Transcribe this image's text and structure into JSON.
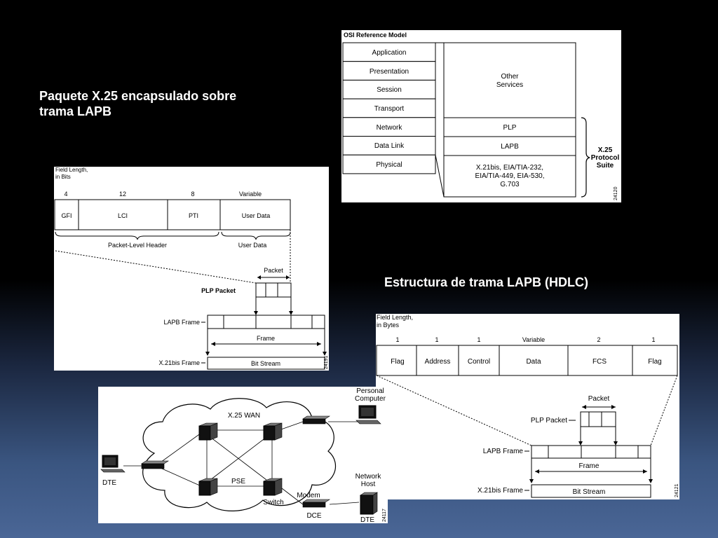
{
  "slide": {
    "title_x25": "Paquete X.25 encapsulado sobre\ntrama LAPB",
    "title_x25_line1": "Paquete X.25 encapsulado sobre",
    "title_x25_line2": "trama LAPB",
    "title_lapb": "Estructura de trama LAPB (HDLC)"
  },
  "osi_diagram": {
    "title": "OSI Reference Model",
    "layers": [
      "Application",
      "Presentation",
      "Session",
      "Transport",
      "Network",
      "Data Link",
      "Physical"
    ],
    "other_services_line1": "Other",
    "other_services_line2": "Services",
    "plp": "PLP",
    "lapb": "LAPB",
    "physical_line1": "X.21bis, EIA/TIA-232,",
    "physical_line2": "EIA/TIA-449, EIA-530,",
    "physical_line3": "G.703",
    "suite_line1": "X.25",
    "suite_line2": "Protocol",
    "suite_line3": "Suite",
    "figure_id": "24120"
  },
  "plp_diagram": {
    "field_length_line1": "Field Length,",
    "field_length_line2": "in Bits",
    "fields": [
      {
        "length": "4",
        "name": "GFI"
      },
      {
        "length": "12",
        "name": "LCI"
      },
      {
        "length": "8",
        "name": "PTI"
      },
      {
        "length": "Variable",
        "name": "User Data"
      }
    ],
    "packet_level_header": "Packet-Level Header",
    "user_data": "User Data",
    "packet": "Packet",
    "plp_packet": "PLP Packet",
    "lapb_frame": "LAPB Frame",
    "frame": "Frame",
    "x21bis_frame": "X.21bis Frame",
    "bit_stream": "Bit Stream",
    "figure_id": "24191"
  },
  "hdlc_diagram": {
    "field_length_line1": "Field Length,",
    "field_length_line2": "in Bytes",
    "fields": [
      {
        "length": "1",
        "name": "Flag"
      },
      {
        "length": "1",
        "name": "Address"
      },
      {
        "length": "1",
        "name": "Control"
      },
      {
        "length": "Variable",
        "name": "Data"
      },
      {
        "length": "2",
        "name": "FCS"
      },
      {
        "length": "1",
        "name": "Flag"
      }
    ],
    "packet": "Packet",
    "plp_packet": "PLP Packet",
    "lapb_frame": "LAPB Frame",
    "frame": "Frame",
    "x21bis_frame": "X.21bis Frame",
    "bit_stream": "Bit Stream",
    "figure_id": "24121"
  },
  "network_diagram": {
    "wan_label": "X.25 WAN",
    "pse": "PSE",
    "switch": "Switch",
    "modem": "Modem",
    "dce": "DCE",
    "dte_left": "DTE",
    "dte_right": "DTE",
    "pc_line1": "Personal",
    "pc_line2": "Computer",
    "host_line1": "Network",
    "host_line2": "Host",
    "figure_id": "24117"
  }
}
